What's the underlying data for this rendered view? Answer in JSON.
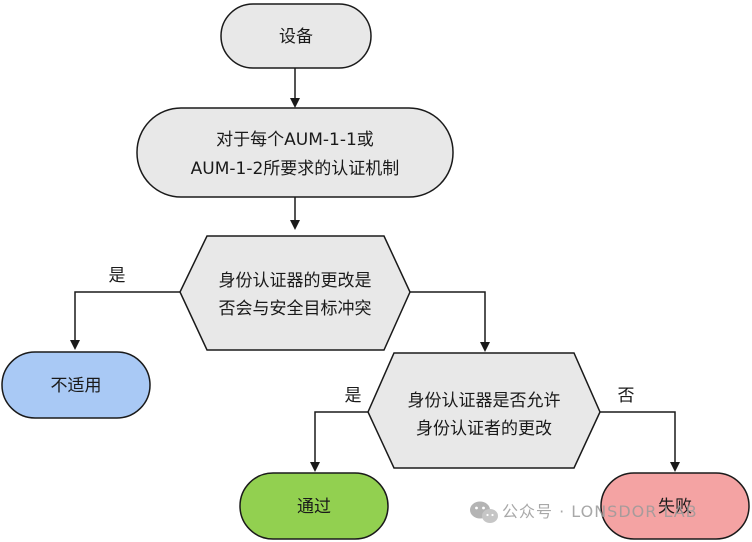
{
  "nodes": {
    "device": {
      "label": "设备",
      "color": "#e8e8e8"
    },
    "auth_mechanism": {
      "line1": "对于每个AUM-1-1或",
      "line2": "AUM-1-2所要求的认证机制",
      "color": "#e8e8e8"
    },
    "conflict_check": {
      "line1": "身份认证器的更改是",
      "line2": "否会与安全目标冲突",
      "color": "#e8e8e8"
    },
    "not_applicable": {
      "label": "不适用",
      "color": "#a9c9f5"
    },
    "allow_check": {
      "line1": "身份认证器是否允许",
      "line2": "身份认证者的更改",
      "color": "#e8e8e8"
    },
    "pass": {
      "label": "通过",
      "color": "#92d050"
    },
    "fail": {
      "label": "失败",
      "color": "#f4a3a3"
    }
  },
  "edges": {
    "conflict_yes": "是",
    "allow_yes": "是",
    "allow_no": "否"
  },
  "watermark": {
    "text": "公众号 · LONSDOR LAB",
    "icon": "wechat-icon"
  }
}
